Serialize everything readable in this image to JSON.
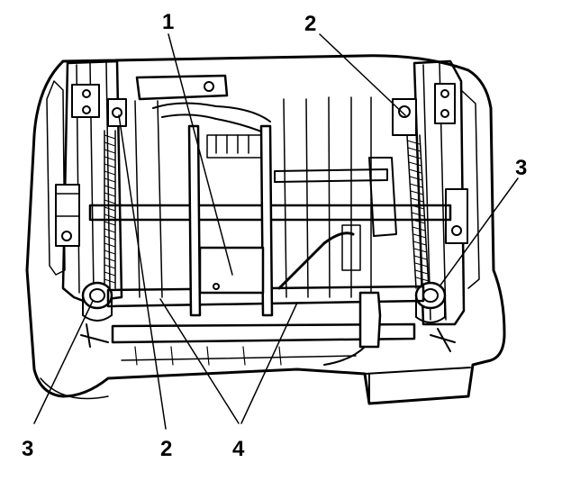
{
  "diagram": {
    "callouts": [
      {
        "id": "c1-top",
        "label": "1"
      },
      {
        "id": "c2-top",
        "label": "2"
      },
      {
        "id": "c3-right",
        "label": "3"
      },
      {
        "id": "c3-left",
        "label": "3"
      },
      {
        "id": "c2-bottom",
        "label": "2"
      },
      {
        "id": "c4-bottom",
        "label": "4"
      }
    ]
  }
}
